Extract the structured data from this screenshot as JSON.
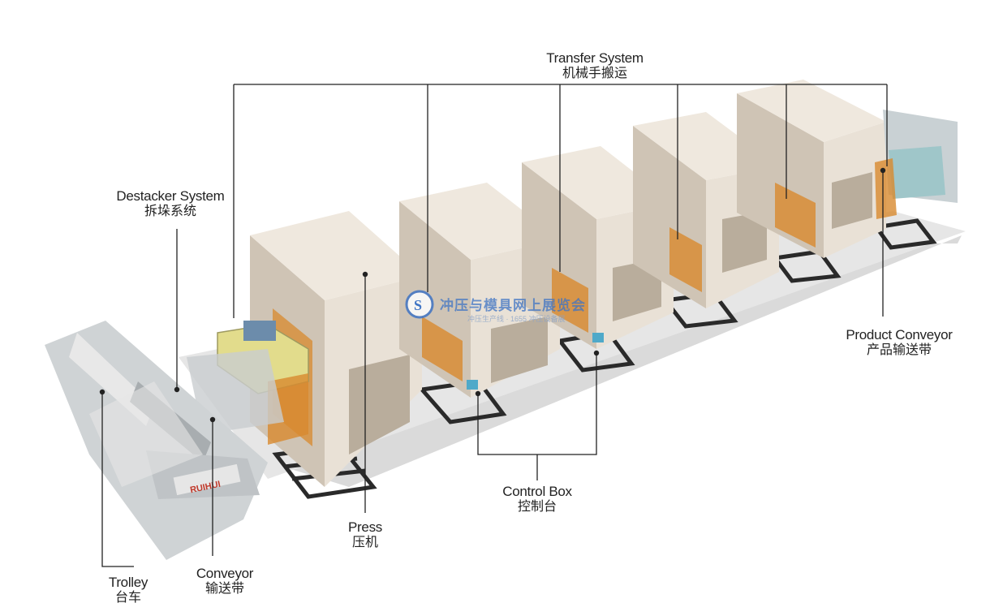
{
  "labels": {
    "transfer": {
      "en": "Transfer System",
      "zh": "机械手搬运"
    },
    "destacker": {
      "en": "Destacker System",
      "zh": "拆垛系统"
    },
    "product": {
      "en": "Product Conveyor",
      "zh": "产品输送带"
    },
    "control": {
      "en": "Control Box",
      "zh": "控制台"
    },
    "press": {
      "en": "Press",
      "zh": "压机"
    },
    "trolley": {
      "en": "Trolley",
      "zh": "台车"
    },
    "conveyor": {
      "en": "Conveyor",
      "zh": "输送带"
    }
  },
  "brand": "RUIHUI",
  "watermark": {
    "badge": "S",
    "title": "冲压与模具网上展览会",
    "subtitle": "冲压生产线 · 1655 冲压设备展"
  },
  "colors": {
    "line": "#222222",
    "press_body": "#e9e1d6",
    "press_shade": "#cfc4b5",
    "press_dark": "#b9ad9c",
    "floor": "#d8d8d8",
    "rail": "#2a2a2a",
    "frame_yellow": "#e2dc8c",
    "guard_orange": "#d88a2e",
    "steel": "#b9bdbf"
  }
}
